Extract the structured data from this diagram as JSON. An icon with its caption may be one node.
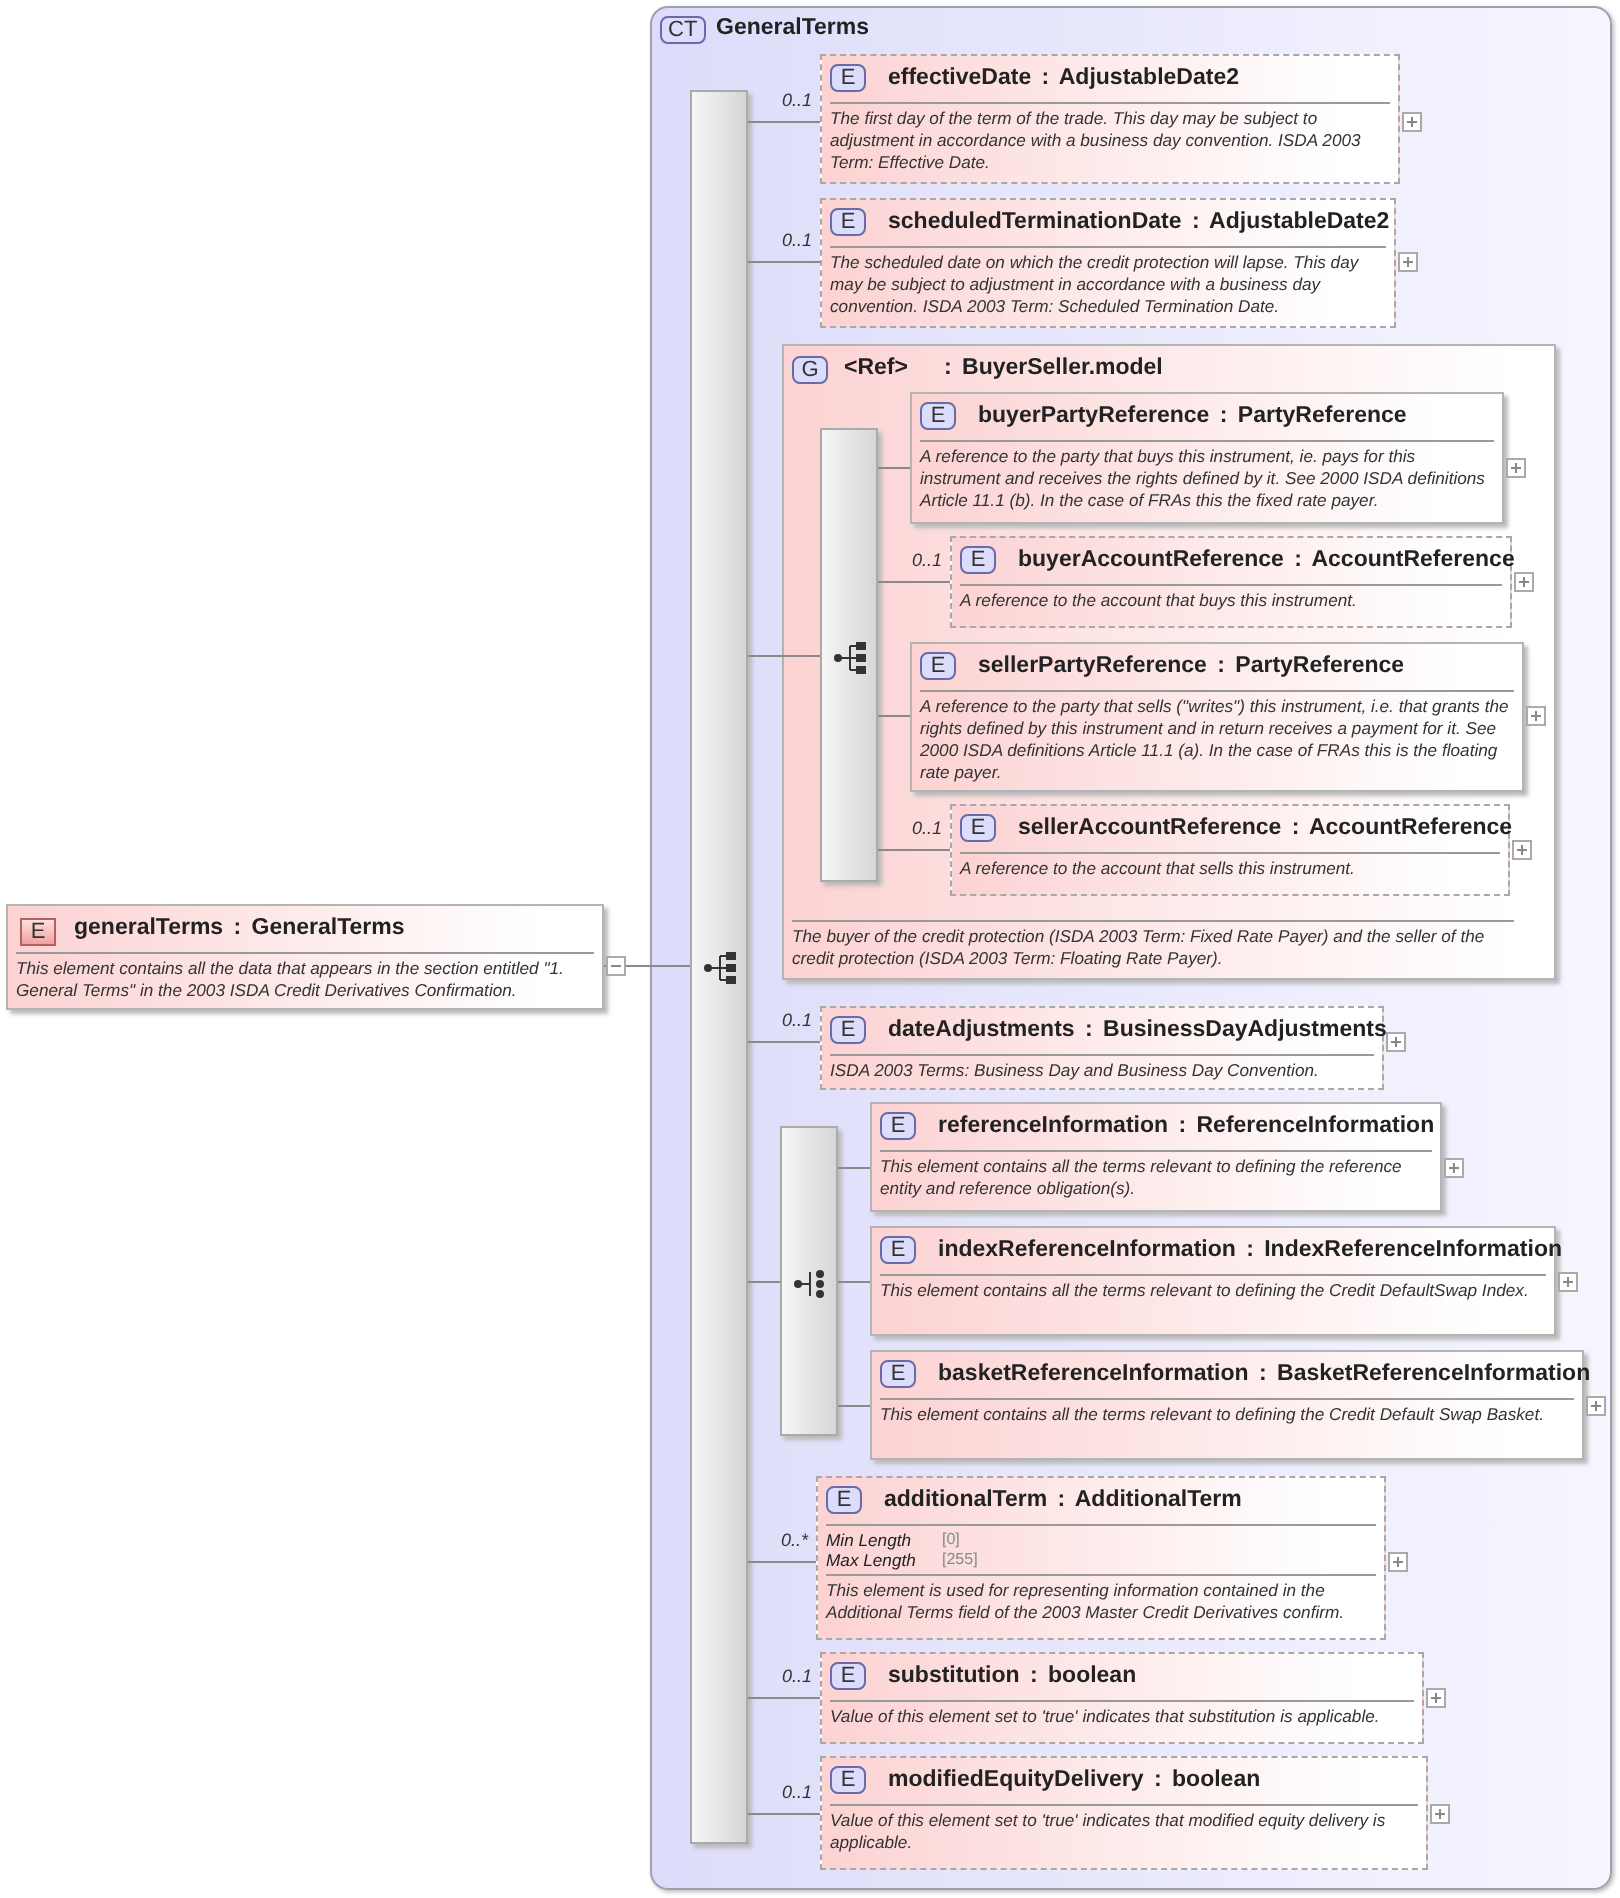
{
  "diagram": {
    "nodes": [
      {
        "text": [
          "E",
          "generalTerms : GeneralTerms",
          "This element contains all the data that appears in the section entitled \"1. General Terms\" in the 2003 ISDA Credit Derivatives Confirmation."
        ]
      },
      {
        "text": [
          "CT",
          "GeneralTerms"
        ]
      },
      {
        "shape": "bar",
        "text": [],
        "in": 1
      },
      {
        "in": 1,
        "beside": [
          "0..1"
        ],
        "text": [
          "E",
          "effectiveDate : AdjustableDate2",
          "The first day of the term of the trade. This day may be subject to adjustment in accordance with a business day convention. ISDA 2003 Term: Effective Date."
        ]
      },
      {
        "in": 1,
        "beside": [
          "0..1"
        ],
        "text": [
          "E",
          "scheduledTerminationDate : AdjustableDate2",
          "The scheduled date on which the credit protection will lapse. This day may be subject to adjustment in accordance with a business day convention. ISDA 2003 Term: Scheduled Termination Date."
        ]
      },
      {
        "in": 1,
        "text": [
          "G",
          "<Ref>",
          ": BuyerSeller.model",
          "The buyer of the credit protection (ISDA 2003 Term: Fixed Rate Payer) and the seller of the credit protection (ISDA 2003 Term: Floating Rate Payer)."
        ]
      },
      {
        "shape": "bar",
        "text": [],
        "in": 5
      },
      {
        "in": 5,
        "text": [
          "E",
          "buyerPartyReference : PartyReference",
          "A reference to the party that buys this instrument, ie. pays for this instrument and receives the rights defined by it. See 2000 ISDA definitions Article 11.1 (b). In the case of FRAs this the fixed rate payer."
        ]
      },
      {
        "in": 5,
        "beside": [
          "0..1"
        ],
        "text": [
          "E",
          "buyerAccountReference : AccountReference",
          "A reference to the account that buys this instrument."
        ]
      },
      {
        "in": 5,
        "text": [
          "E",
          "sellerPartyReference : PartyReference",
          "A reference to the party that sells (\"writes\") this instrument, i.e. that grants the rights defined by this instrument and in return receives a payment for it. See 2000 ISDA definitions Article 11.1 (a). In the case of FRAs this is the floating rate payer."
        ]
      },
      {
        "in": 5,
        "beside": [
          "0..1"
        ],
        "text": [
          "E",
          "sellerAccountReference : AccountReference",
          "A reference to the account that sells this instrument."
        ]
      },
      {
        "in": 1,
        "beside": [
          "0..1"
        ],
        "text": [
          "E",
          "dateAdjustments : BusinessDayAdjustments",
          "ISDA 2003 Terms: Business Day and Business Day Convention."
        ]
      },
      {
        "shape": "bar",
        "text": [],
        "in": 1
      },
      {
        "in": 1,
        "text": [
          "E",
          "referenceInformation : ReferenceInformation",
          "This element contains all the terms relevant to defining the reference entity and reference obligation(s)."
        ]
      },
      {
        "in": 1,
        "text": [
          "E",
          "indexReferenceInformation : IndexReferenceInformation",
          "This element contains all the terms relevant to defining the Credit DefaultSwap Index."
        ]
      },
      {
        "in": 1,
        "text": [
          "E",
          "basketReferenceInformation : BasketReferenceInformation",
          "This element contains all the terms relevant to defining the Credit Default Swap Basket."
        ]
      },
      {
        "in": 1,
        "beside": [
          "0..*"
        ],
        "text": [
          "E",
          "additionalTerm : AdditionalTerm",
          "Min Length",
          "[0]",
          "Max Length",
          "[255]",
          "This element is used for representing information contained in the Additional Terms field of the 2003 Master Credit Derivatives confirm."
        ]
      },
      {
        "in": 1,
        "beside": [
          "0..1"
        ],
        "text": [
          "E",
          "substitution : boolean",
          "Value of this element set to 'true' indicates that substitution is applicable."
        ]
      },
      {
        "in": 1,
        "beside": [
          "0..1"
        ],
        "text": [
          "E",
          "modifiedEquityDelivery : boolean",
          "Value of this element set to 'true' indicates that modified equity delivery is applicable."
        ]
      }
    ],
    "edges": [
      {
        "from": 0,
        "to": 2,
        "arrow": "none"
      },
      {
        "from": 2,
        "to": 3,
        "arrow": "none"
      },
      {
        "from": 2,
        "to": 4,
        "arrow": "none"
      },
      {
        "from": 2,
        "to": 6,
        "arrow": "none"
      },
      {
        "from": 6,
        "to": 7,
        "arrow": "none"
      },
      {
        "from": 6,
        "to": 8,
        "arrow": "none"
      },
      {
        "from": 6,
        "to": 9,
        "arrow": "none"
      },
      {
        "from": 6,
        "to": 10,
        "arrow": "none"
      },
      {
        "from": 2,
        "to": 11,
        "arrow": "none"
      },
      {
        "from": 2,
        "to": 12,
        "arrow": "none"
      },
      {
        "from": 12,
        "to": 13,
        "arrow": "none"
      },
      {
        "from": 12,
        "to": 14,
        "arrow": "none"
      },
      {
        "from": 12,
        "to": 15,
        "arrow": "none"
      },
      {
        "from": 2,
        "to": 16,
        "arrow": "none"
      },
      {
        "from": 2,
        "to": 17,
        "arrow": "none"
      },
      {
        "from": 2,
        "to": 18,
        "arrow": "none"
      }
    ]
  }
}
